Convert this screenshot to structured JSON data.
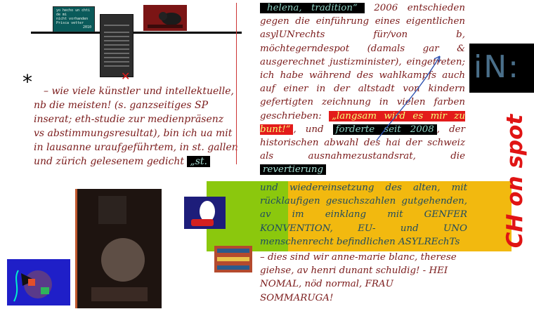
{
  "screen_small": {
    "lines": [
      "yo hecho un chti de mi",
      "nicht vorhanden",
      "Prisca vetter",
      "2010"
    ]
  },
  "left_text": {
    "line1": "– wie viele künstler und intellektuelle,",
    "line2": "nb die meisten! (s. ganzseitiges SP",
    "line3": "inserat; eth-studie zur medienpräsenz",
    "line4": "vs abstimmungsresultat), bin ich ua mit",
    "line5": "in lausanne uraufgeführtem, in st. gallen",
    "line6": "und zürich gelesenem gedicht",
    "st_tag": "„st."
  },
  "main": {
    "head": "helena,   tradition“",
    "p1_rest": " 2006 entschieden gegen die einführung eines eigentlichen asylUNrechts für/von b, möchtegerndespot (damals gar & ausgerechnet justizminister), eingetreten; ich habe während des wahlkampfs auch auf einer in der altstadt von kindern gefertigten zeichnung in vielen farben geschrieben: ",
    "red_tag": "„langsam wird es mir zu bunt!“",
    "p1_end": ", und",
    "black_tag": "forderte seit 2008",
    "p2": ", der historischen abwahl des hai der schweiz als ausnahmezustandsrat, die ",
    "revert_tag": "revertierung"
  },
  "yellow_text": {
    "text": "und wiedereinsetzung des alten, mit rücklaufigen gesuchszahlen gutgehenden, av im einklang mit GENFER KONVENTION, EU- und UNO menschenrecht befindlichen ASYLREchTs"
  },
  "bottom_text": {
    "text": "– dies sind wir anne-marie blanc, therese giehse, av henri dunant schuldig! - HEI NOMAL, nöd normal, FRAU SOMMARUGA!"
  },
  "logos": {
    "in_logo": "iN:",
    "ch_spot": "CH on spot"
  },
  "icons": {
    "asterisk": "*",
    "poster_x": "✕"
  }
}
